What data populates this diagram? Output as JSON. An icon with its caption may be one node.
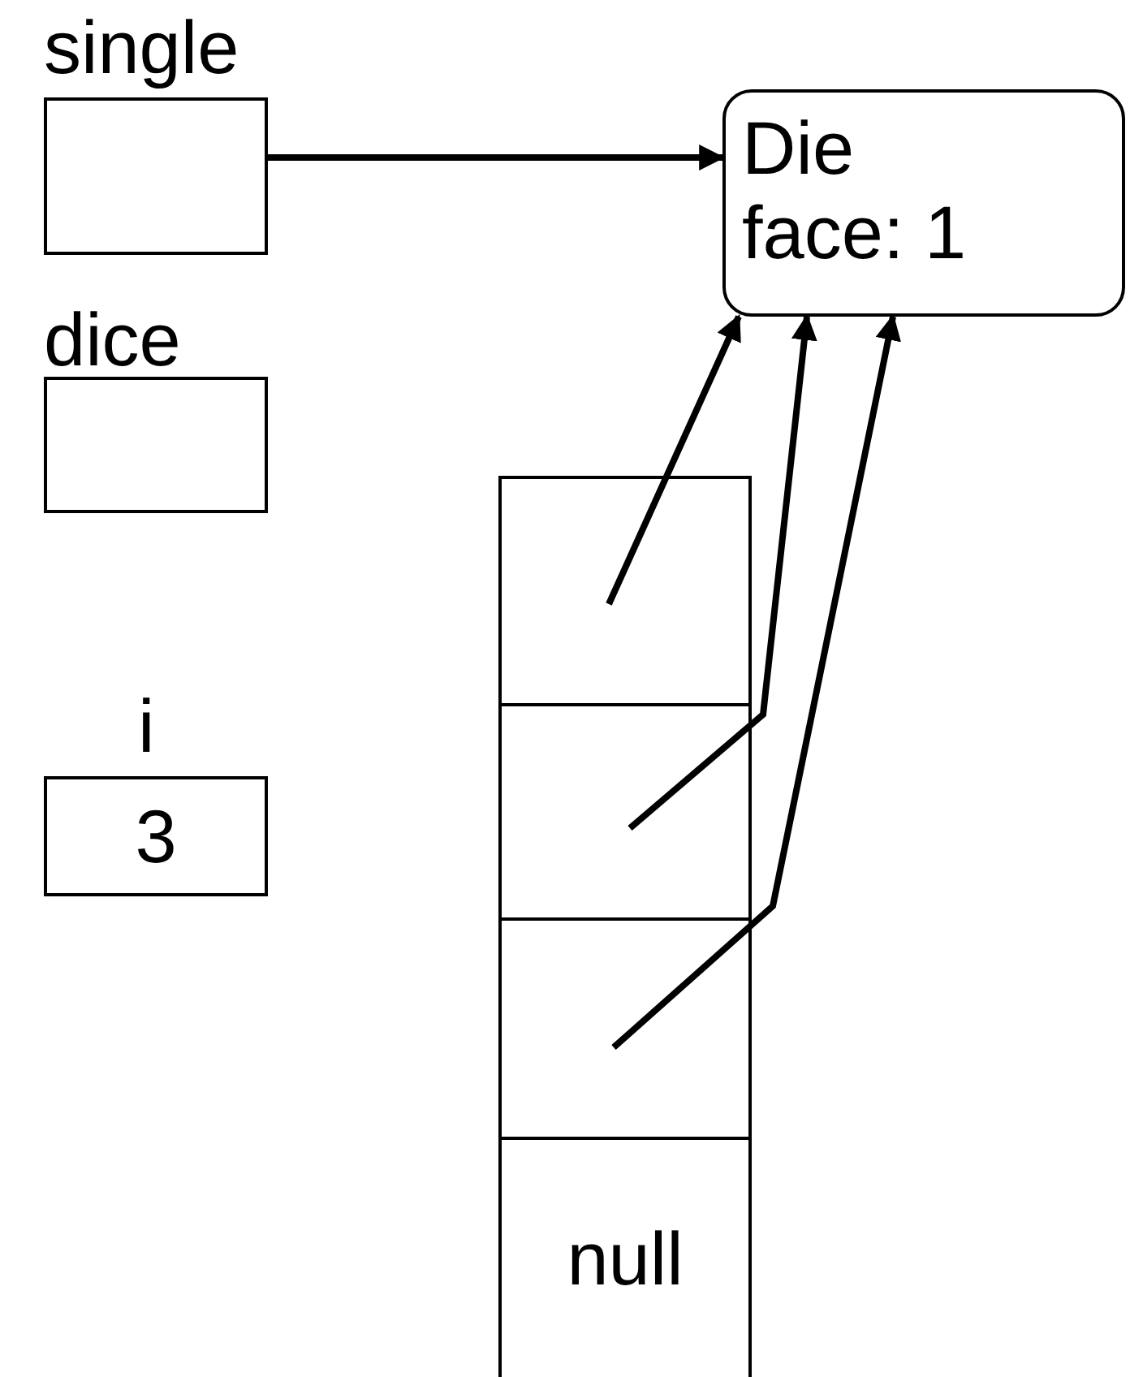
{
  "diagram": {
    "nodes": [
      {
        "text": [
          "single"
        ]
      },
      {
        "text": [
          "dice"
        ]
      },
      {
        "text": [
          "i",
          "3"
        ]
      },
      {
        "text": [
          "Die",
          "face: 1"
        ]
      },
      {
        "text": [],
        "shape": "box"
      },
      {
        "text": [],
        "shape": "box"
      },
      {
        "text": [],
        "shape": "box"
      },
      {
        "text": [
          "null"
        ]
      }
    ],
    "edges": [
      {
        "from": 0,
        "to": 3,
        "arrow": "to"
      },
      {
        "from": 4,
        "to": 3,
        "arrow": "to"
      },
      {
        "from": 5,
        "to": 3,
        "arrow": "to"
      },
      {
        "from": 6,
        "to": 3,
        "arrow": "to"
      }
    ]
  }
}
